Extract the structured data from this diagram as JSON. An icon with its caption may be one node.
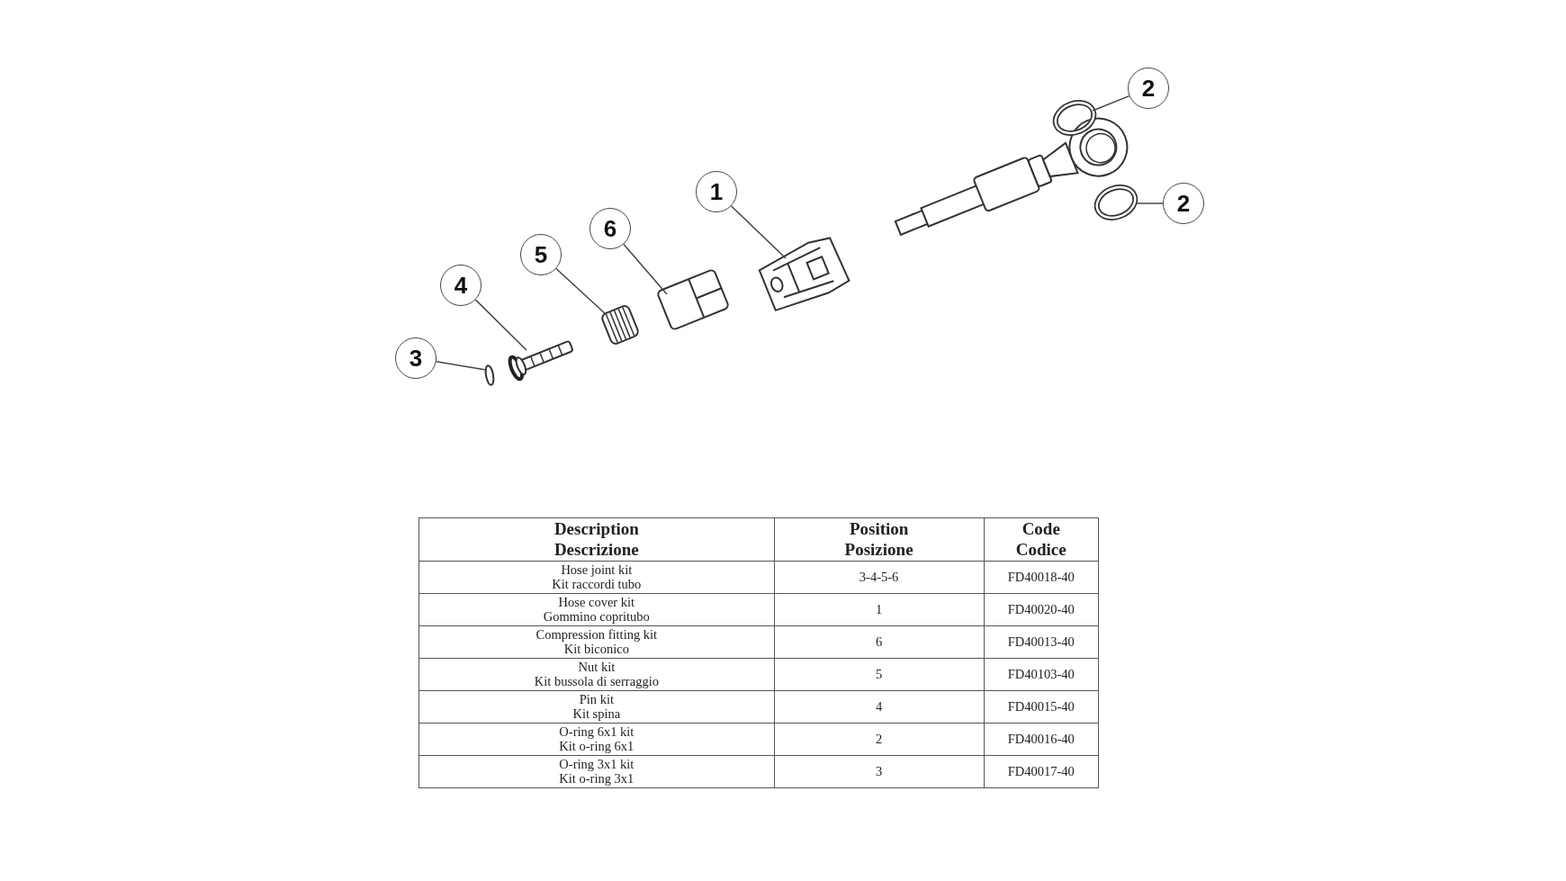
{
  "diagram": {
    "nodes": [
      {
        "text": [
          "2"
        ]
      },
      {
        "text": [
          "1"
        ]
      },
      {
        "text": [
          "2"
        ]
      },
      {
        "text": [
          "6"
        ]
      },
      {
        "text": [
          "5"
        ]
      },
      {
        "text": [
          "4"
        ]
      },
      {
        "text": [
          "3"
        ]
      },
      {
        "text": [],
        "shape": "circle"
      },
      {
        "text": [],
        "shape": "circle"
      },
      {
        "text": [],
        "shape": "picture"
      },
      {
        "text": [],
        "shape": "picture"
      },
      {
        "text": [],
        "shape": "picture"
      },
      {
        "text": [],
        "shape": "picture"
      },
      {
        "text": [],
        "shape": "circle"
      }
    ],
    "edges": [
      {
        "from": 0,
        "to": 7,
        "arrow": "none"
      },
      {
        "from": 1,
        "to": 9,
        "arrow": "none"
      },
      {
        "from": 2,
        "to": 8,
        "arrow": "none"
      },
      {
        "from": 3,
        "to": 10,
        "arrow": "none"
      },
      {
        "from": 4,
        "to": 11,
        "arrow": "none"
      },
      {
        "from": 5,
        "to": 12,
        "arrow": "none"
      },
      {
        "from": 6,
        "to": 13,
        "arrow": "none"
      }
    ],
    "labels": [
      "Description",
      "Descrizione",
      "Position",
      "Posizione",
      "Code",
      "Codice",
      "Hose joint kit",
      "Kit raccordi tubo",
      "3-4-5-6",
      "FD40018-40",
      "Hose cover kit",
      "Gommino copritubo",
      "1",
      "FD40020-40",
      "Compression fitting kit",
      "Kit biconico",
      "6",
      "FD40013-40",
      "Nut kit",
      "Kit bussola di serraggio",
      "5",
      "FD40103-40",
      "Pin kit",
      "Kit spina",
      "4",
      "FD40015-40",
      "O-ring 6x1 kit",
      "Kit o-ring 6x1",
      "2",
      "FD40016-40",
      "O-ring 3x1 kit",
      "Kit o-ring 3x1",
      "3",
      "FD40017-40"
    ]
  }
}
